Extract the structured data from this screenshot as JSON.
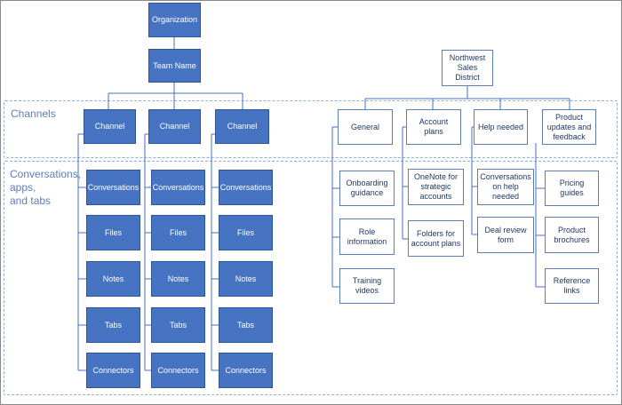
{
  "regions": {
    "channels_label": "Channels",
    "conversations_label": "Conversations,\napps,\nand tabs"
  },
  "left": {
    "organization": "Organization",
    "team_name": "Team Name",
    "channels": [
      "Channel",
      "Channel",
      "Channel"
    ],
    "items": [
      "Conversations",
      "Files",
      "Notes",
      "Tabs",
      "Connectors"
    ]
  },
  "right": {
    "root": "Northwest\nSales District",
    "channels": [
      {
        "label": "General",
        "items": [
          "Onboarding\nguidance",
          "Role\ninformation",
          "Training\nvideos"
        ]
      },
      {
        "label": "Account plans",
        "items": [
          "OneNote for\nstrategic\naccounts",
          "Folders for\naccount plans"
        ]
      },
      {
        "label": "Help needed",
        "items": [
          "Conversations\non help\nneeded",
          "Deal review\nform"
        ]
      },
      {
        "label": "Product\nupdates and\nfeedback",
        "items": [
          "Pricing guides",
          "Product\nbrochures",
          "Reference\nlinks"
        ]
      }
    ]
  },
  "colors": {
    "dark_box_fill": "#4674c3",
    "dark_box_border": "#2f5597",
    "light_box_border": "#5b7fb5",
    "connector": "#4472c4",
    "region_border": "#8fb0d8",
    "region_label": "#5b7fb5"
  }
}
